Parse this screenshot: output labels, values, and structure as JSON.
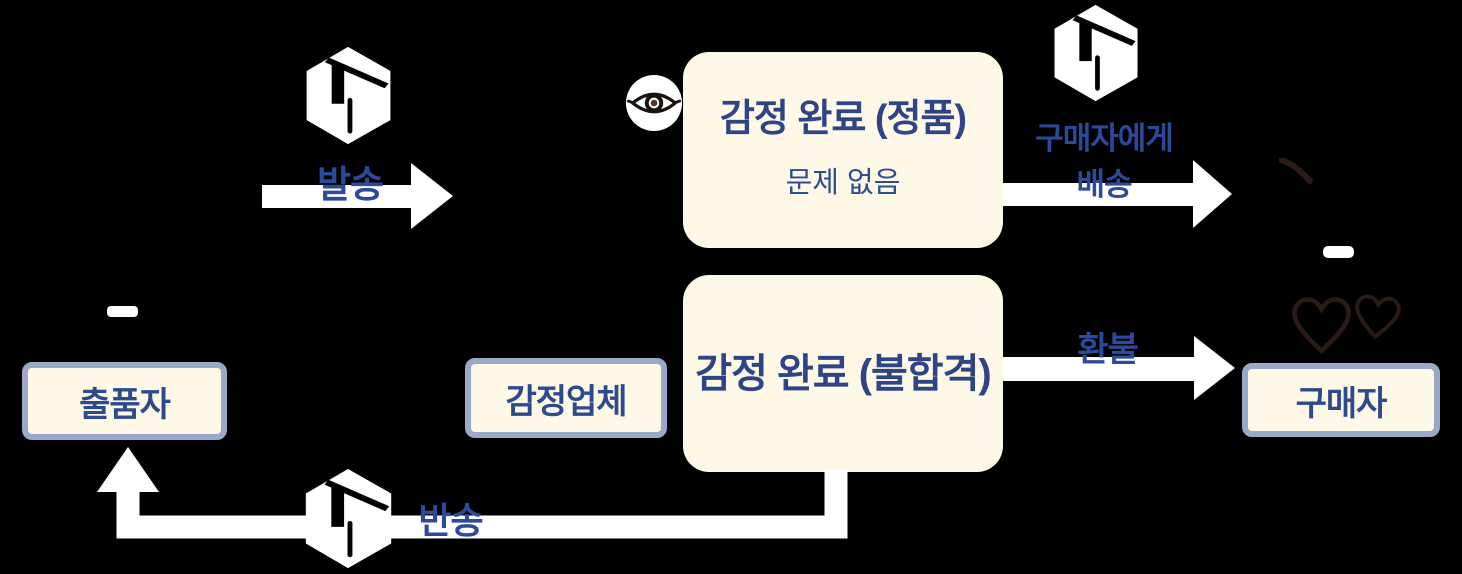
{
  "palette": {
    "background": "#000000",
    "card_fill": "#FDF9E6",
    "node_border": "#9AA8C9",
    "card_title_text": "#2E4487",
    "card_subtitle_text": "#2E4C91",
    "node_text": "#2D4A8E",
    "flow_label_text": "#2B4A9B",
    "arrow_fill": "#FFFFFF",
    "sketch_stroke": "#2A1B16"
  },
  "nodes": {
    "seller": {
      "label": "출품자"
    },
    "appraiser": {
      "label": "감정업체"
    },
    "buyer": {
      "label": "구매자"
    }
  },
  "cards": {
    "pass": {
      "title": "감정 완료 (정품)",
      "subtitle": "문제 없음"
    },
    "fail": {
      "title": "감정 완료 (불합격)"
    }
  },
  "flows": {
    "send": {
      "label": "발송"
    },
    "deliver": {
      "label_line1": "구매자에게",
      "label_line2": "배송"
    },
    "refund": {
      "label": "환불"
    },
    "return": {
      "label": "반송"
    }
  }
}
